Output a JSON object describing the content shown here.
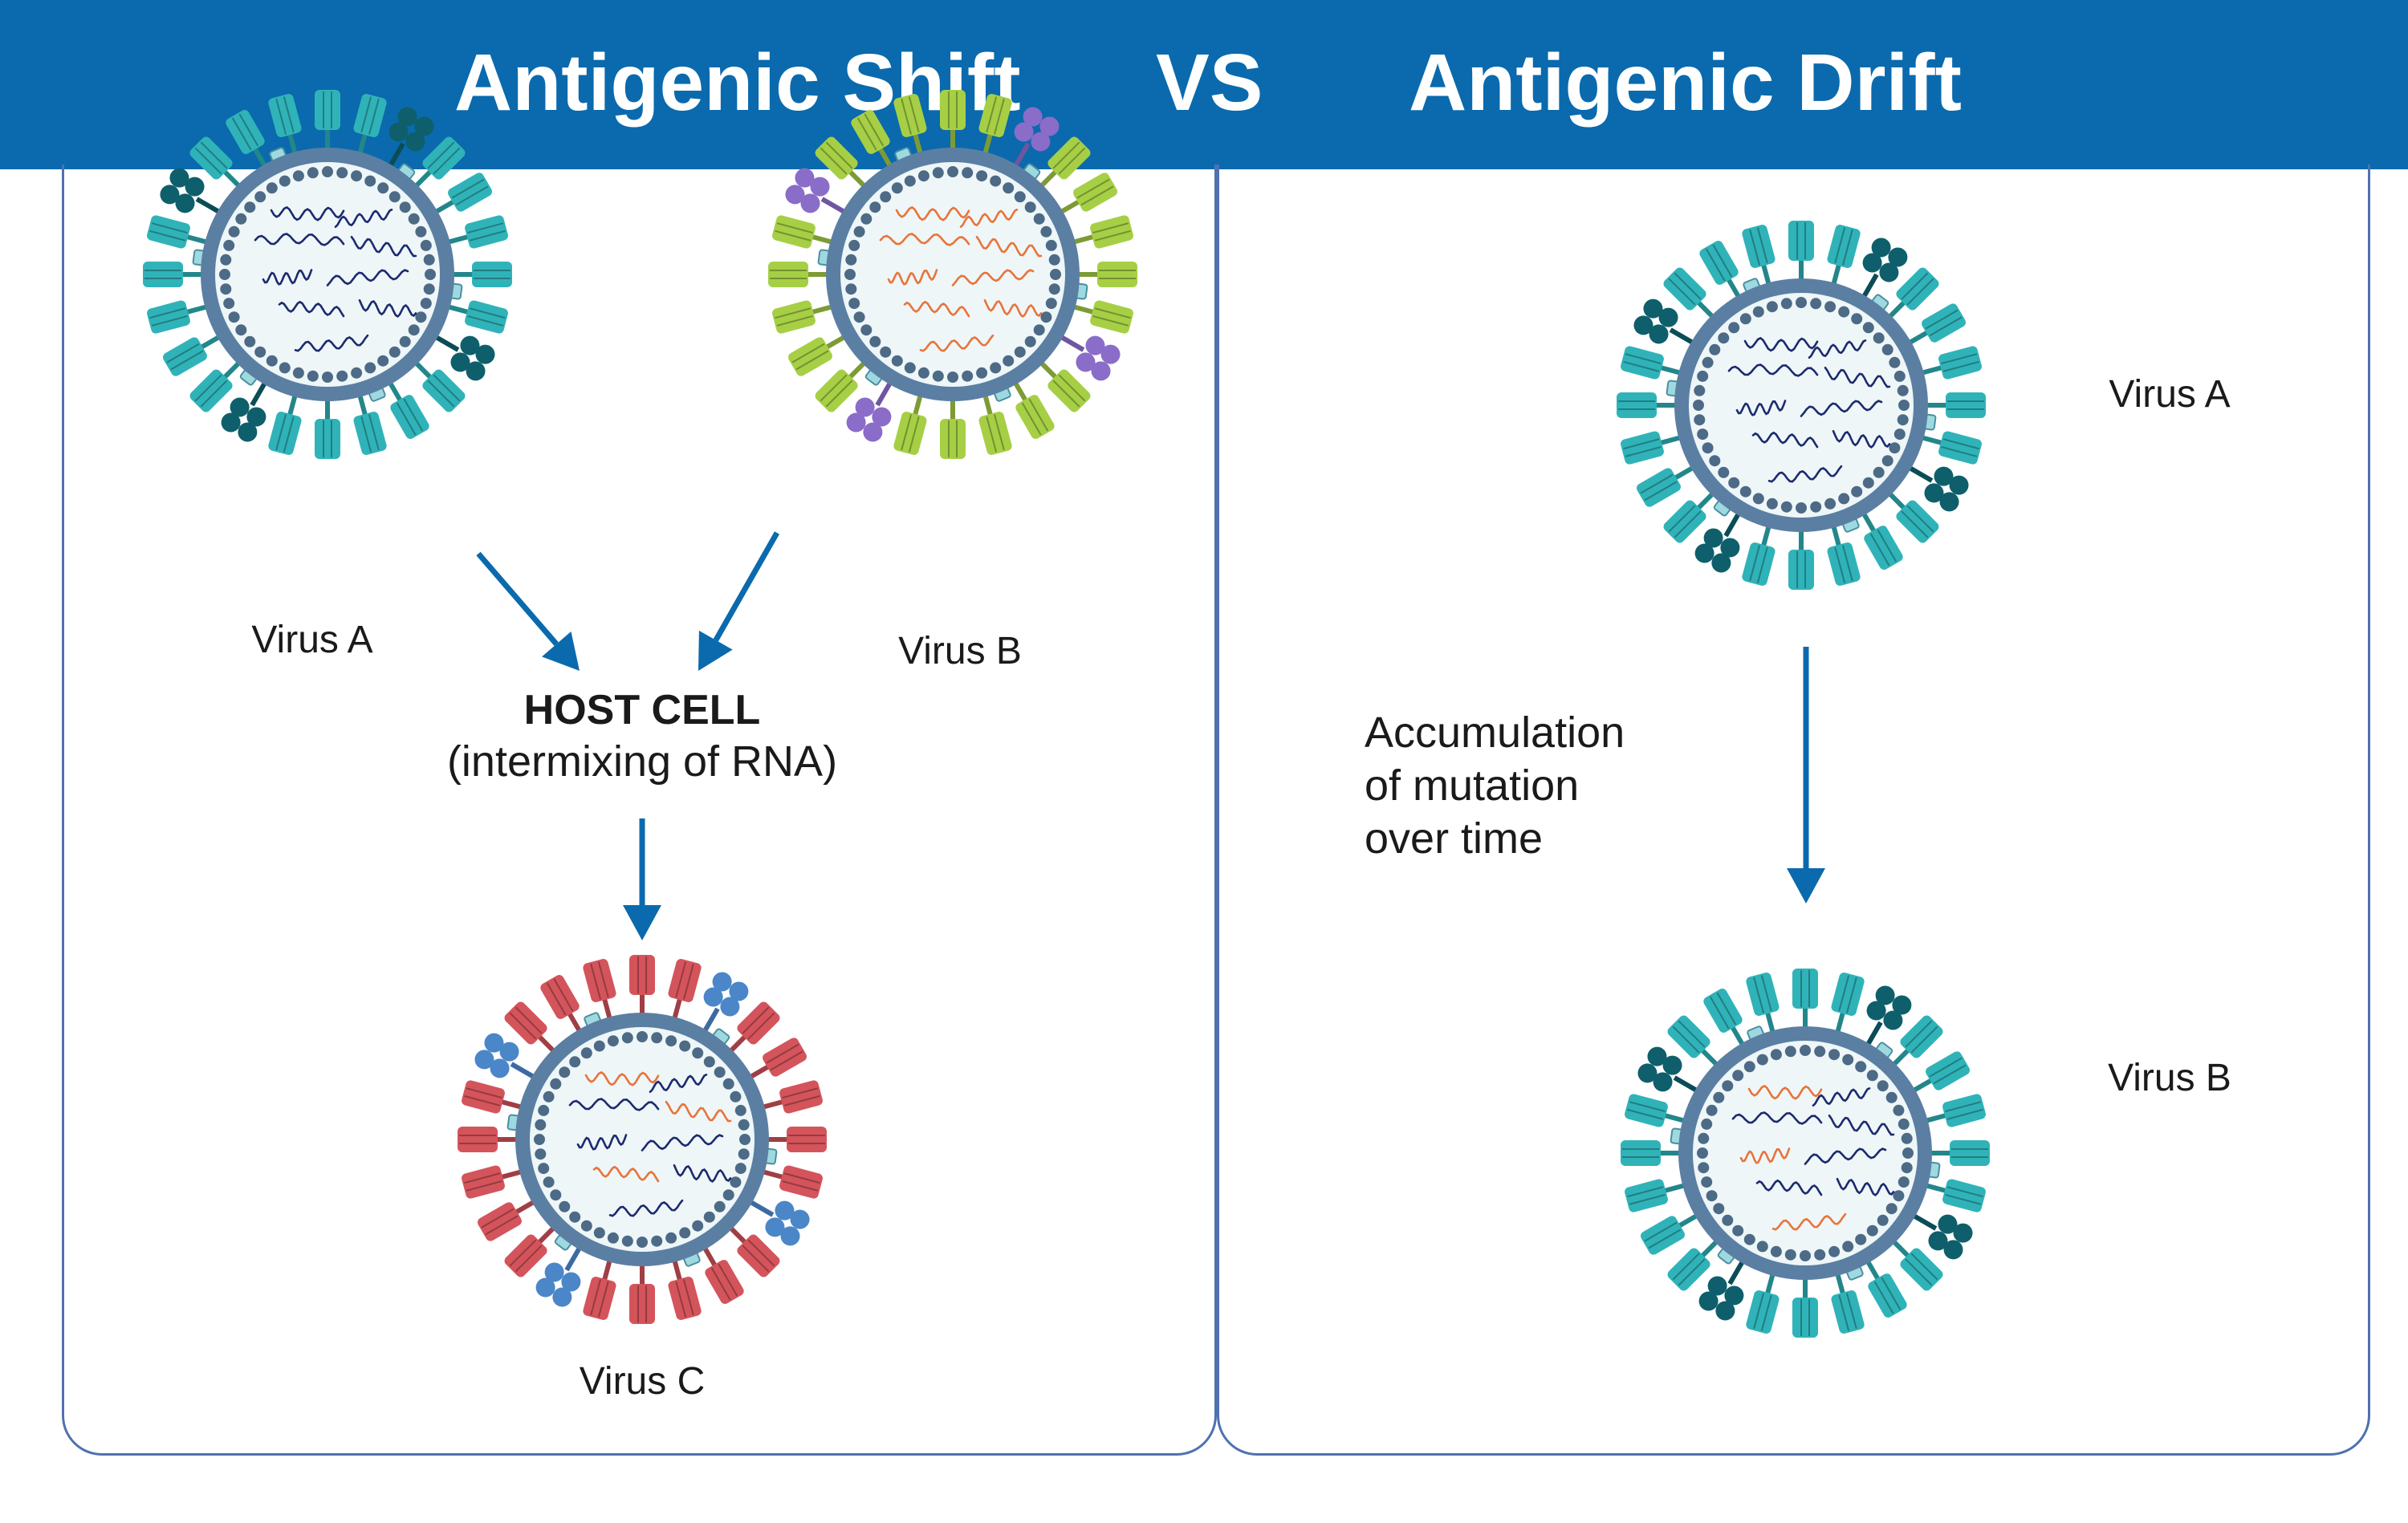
{
  "header": {
    "title_left": "Antigenic Shift",
    "vs": "VS",
    "title_right": "Antigenic Drift"
  },
  "shift_panel": {
    "virus_a_label": "Virus A",
    "virus_b_label": "Virus B",
    "host_cell_title": "HOST CELL",
    "host_cell_subtitle": "(intermixing of RNA)",
    "virus_c_label": "Virus C"
  },
  "drift_panel": {
    "virus_a_label": "Virus A",
    "virus_b_label": "Virus B",
    "note_line1": "Accumulation",
    "note_line2": "of mutation",
    "note_line3": "over time"
  },
  "colors": {
    "banner": "#0a6aad",
    "arrow": "#0a6aad",
    "panel_border": "#5070b0",
    "teal_spike": "#2fb3b8",
    "dark_teal_protein": "#0e5f6b",
    "green_spike": "#a6cf45",
    "purple_protein": "#8a6cc9",
    "red_spike": "#d4545c",
    "blue_protein": "#4a86c8",
    "rna_dark": "#1c2a6e",
    "rna_orange": "#e8743b",
    "envelope": "#5b7fa3",
    "capsid_fill": "#eef6f8"
  }
}
